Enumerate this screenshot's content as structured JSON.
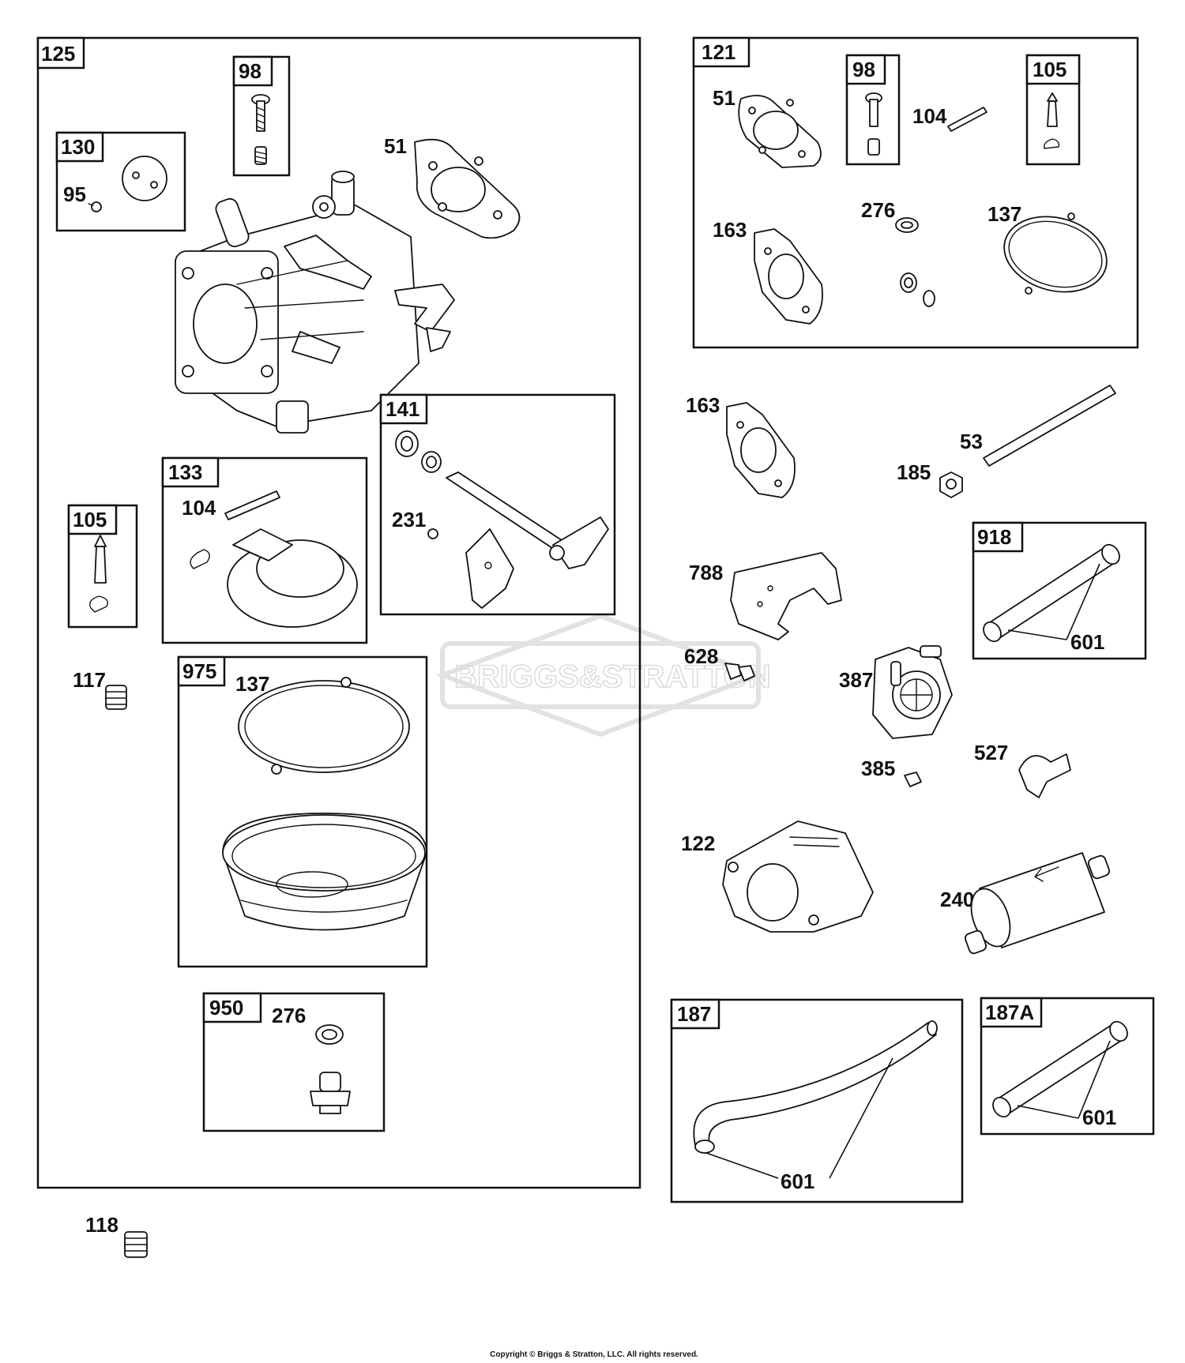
{
  "watermark": {
    "text": "BRIGGS&STRATTON"
  },
  "copyright": "Copyright © Briggs & Stratton, LLC. All rights reserved.",
  "groups": [
    {
      "id": "125",
      "label": "125"
    },
    {
      "id": "98a",
      "label": "98"
    },
    {
      "id": "130",
      "label": "130"
    },
    {
      "id": "133",
      "label": "133"
    },
    {
      "id": "141",
      "label": "141"
    },
    {
      "id": "105a",
      "label": "105"
    },
    {
      "id": "975",
      "label": "975"
    },
    {
      "id": "950",
      "label": "950"
    },
    {
      "id": "121",
      "label": "121"
    },
    {
      "id": "98b",
      "label": "98"
    },
    {
      "id": "105b",
      "label": "105"
    },
    {
      "id": "918",
      "label": "918"
    },
    {
      "id": "187",
      "label": "187"
    },
    {
      "id": "187A",
      "label": "187A"
    }
  ],
  "callouts": [
    "51",
    "95",
    "104",
    "231",
    "117",
    "137",
    "276",
    "118",
    "51",
    "104",
    "163",
    "276",
    "137",
    "163",
    "53",
    "185",
    "788",
    "601",
    "628",
    "387",
    "385",
    "527",
    "122",
    "240",
    "601",
    "601"
  ]
}
